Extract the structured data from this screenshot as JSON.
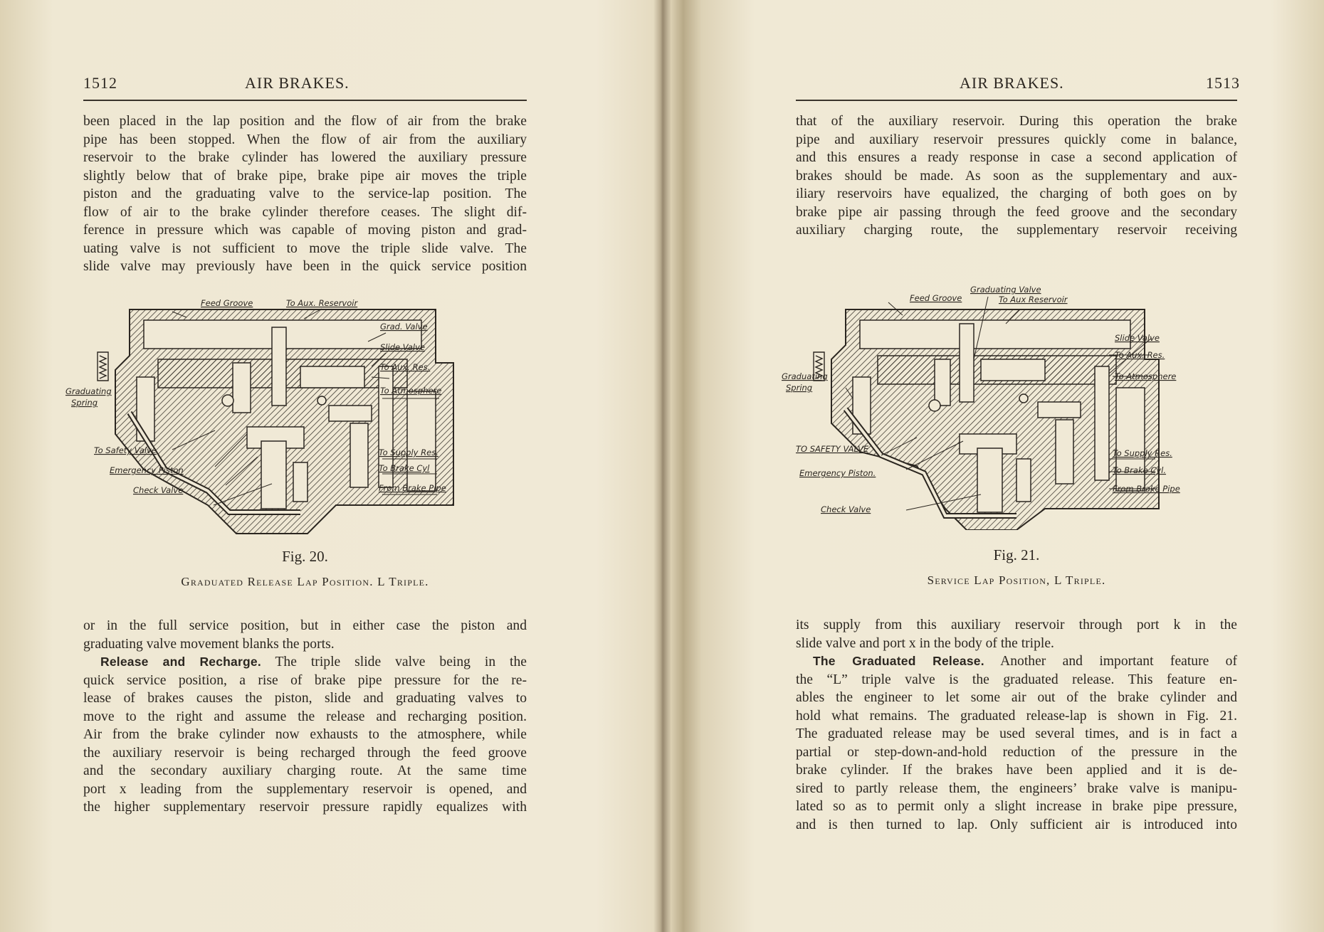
{
  "left_page": {
    "page_number": "1512",
    "running_head": "AIR BRAKES.",
    "top_paragraph_lines": [
      "been placed in the lap position and the flow of air from the brake",
      "pipe has been stopped. When the flow of air from the auxiliary",
      "reservoir to the brake cylinder has lowered the auxiliary pressure",
      "slightly below that of brake pipe, brake pipe air moves the triple",
      "piston and the graduating valve to the service-lap position. The",
      "flow of air to the brake cylinder therefore ceases. The slight dif-",
      "ference in pressure which was capable of moving piston and grad-",
      "uating valve is not sufficient to move the triple slide valve. The",
      "slide valve may previously have been in the quick service position"
    ],
    "figure": {
      "number": "Fig. 20.",
      "title": "Graduated Release Lap Position. L Triple.",
      "labels": {
        "feed_groove": "Feed Groove",
        "to_aux_reservoir": "To Aux. Reservoir",
        "grad_valve": "Grad. Valve",
        "slide_valve": "Slide Valve",
        "to_aux_res": "To Aux. Res.",
        "to_atmosphere": "To Atmosphere",
        "graduating_spring_1": "Graduating",
        "graduating_spring_2": "Spring",
        "to_safety_valve": "To Safety Valve",
        "emergency_piston": "Emergency Piston",
        "check_valve": "Check Valve",
        "to_supply_res": "To Supply Res.",
        "to_brake_cyl": "To Brake Cyl",
        "from_brake_pipe": "From Brake Pipe"
      }
    },
    "bottom_paragraph_lines": [
      "or in the full service position, but in either case the piston and",
      "graduating valve movement blanks the ports."
    ],
    "section_heading": "Release and Recharge.",
    "section_lines": [
      "The triple slide valve being in the",
      "quick service position, a rise of brake pipe pressure for the re-",
      "lease of brakes causes the piston, slide and graduating valves to",
      "move to the right and assume the release and recharging position.",
      "Air from the brake cylinder now exhausts to the atmosphere, while",
      "the auxiliary reservoir is being recharged through the feed groove",
      "and the secondary auxiliary charging route. At the same time",
      "port x leading from the supplementary reservoir is opened, and",
      "the higher supplementary reservoir pressure rapidly equalizes with"
    ]
  },
  "right_page": {
    "page_number": "1513",
    "running_head": "AIR BRAKES.",
    "top_paragraph_lines": [
      "that of the auxiliary reservoir. During this operation the brake",
      "pipe and auxiliary reservoir pressures quickly come in balance,",
      "and this ensures a ready response in case a second application of",
      "brakes should be made. As soon as the supplementary and aux-",
      "iliary reservoirs have equalized, the charging of both goes on by",
      "brake pipe air passing through the feed groove and the secondary",
      "auxiliary charging route, the supplementary reservoir receiving"
    ],
    "figure": {
      "number": "Fig. 21.",
      "title": "Service Lap Position, L Triple.",
      "labels": {
        "graduating_valve": "Graduating Valve",
        "feed_groove": "Feed Groove",
        "to_aux_reservoir": "To Aux Reservoir",
        "slide_valve": "Slide Valve",
        "to_aux_res": "To Aux. Res.",
        "to_atmosphere": "To Atmosphere",
        "graduating_spring_1": "Graduating",
        "graduating_spring_2": "Spring",
        "to_safety_valve": "TO SAFETY VALVE",
        "emergency_piston": "Emergency Piston.",
        "check_valve": "Check Valve",
        "to_supply_res": "To Supply Res.",
        "to_brake_cyl": "To Brake Cyl.",
        "from_brake_pipe": "From Brake Pipe"
      }
    },
    "bottom_paragraph_lines": [
      "its supply from this auxiliary reservoir through port k in the",
      "slide valve and port x in the body of the triple."
    ],
    "section_heading": "The Graduated Release.",
    "section_lines": [
      "Another and important feature of",
      "the “L” triple valve is the graduated release. This feature en-",
      "ables the engineer to let some air out of the brake cylinder and",
      "hold what remains. The graduated release-lap is shown in Fig. 21.",
      "The graduated release may be used several times, and is in fact a",
      "partial or step-down-and-hold reduction of the pressure in the",
      "brake cylinder. If the brakes have been applied and it is de-",
      "sired to partly release them, the engineers’ brake valve is manipu-",
      "lated so as to permit only a slight increase in brake pipe pressure,",
      "and is then turned to lap. Only sufficient air is introduced into"
    ]
  }
}
